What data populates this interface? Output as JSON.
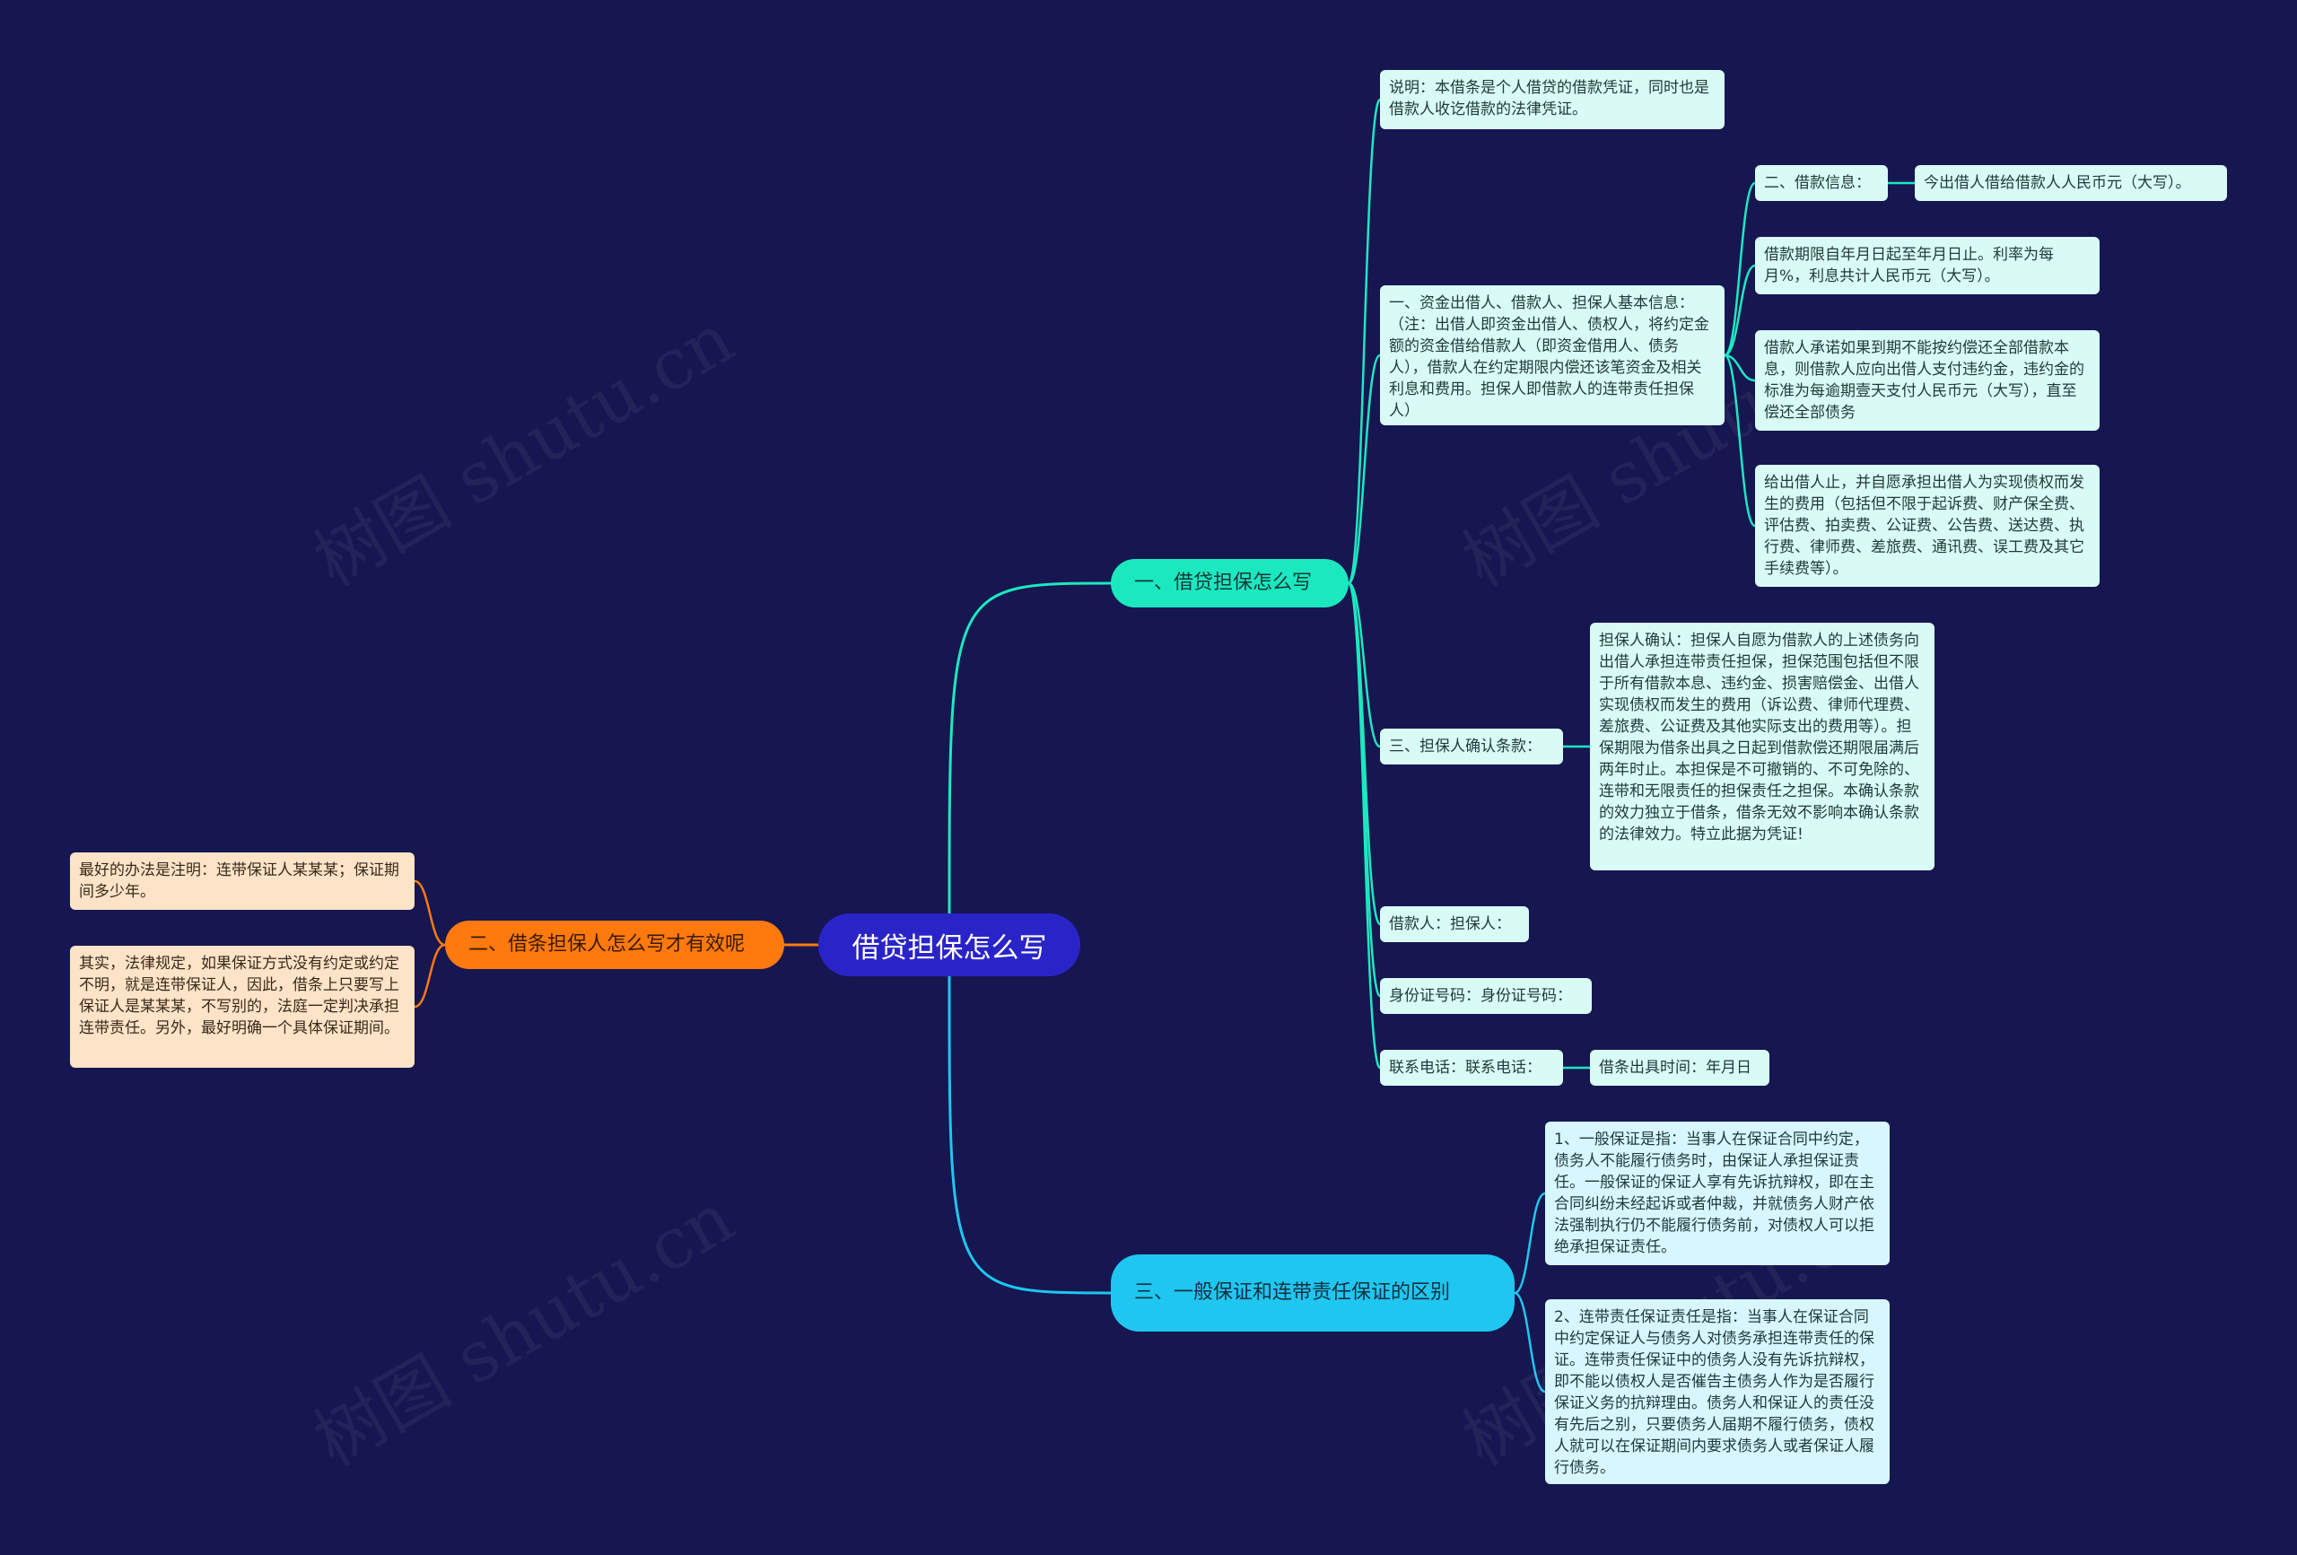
{
  "watermark": "树图 shutu.cn",
  "colors": {
    "background": "#161650",
    "root": "#2a24c8",
    "branch1": "#1ce8c0",
    "branch2": "#ff7a0e",
    "branch3": "#1fc6f0",
    "link1": "#1ce8c0",
    "link2": "#ff7a0e",
    "link3": "#1fc6f0"
  },
  "root": {
    "label": "借贷担保怎么写"
  },
  "branches": {
    "b1": {
      "label": "一、借贷担保怎么写"
    },
    "b2": {
      "label": "二、借条担保人怎么写才有效呢"
    },
    "b3": {
      "label": "三、一般保证和连带责任保证的区别"
    }
  },
  "b1_items": {
    "note": "说明：本借条是个人借贷的借款凭证，同时也是借款人收讫借款的法律凭证。",
    "info": "一、资金出借人、借款人、担保人基本信息：（注：出借人即资金出借人、债权人，将约定金额的资金借给借款人（即资金借用人、债务人），借款人在约定期限内偿还该笔资金及相关利息和费用。担保人即借款人的连带责任担保人）",
    "loan_info_label": "二、借款信息：",
    "loan_amount": "今出借人借给借款人人民币元（大写）。",
    "loan_term": "借款期限自年月日起至年月日止。利率为每月%，利息共计人民币元（大写）。",
    "default_promise": "借款人承诺如果到期不能按约偿还全部借款本息，则借款人应向出借人支付违约金，违约金的标准为每逾期壹天支付人民币元（大写），直至偿还全部债务",
    "expenses": "给出借人止，并自愿承担出借人为实现债权而发生的费用（包括但不限于起诉费、财产保全费、评估费、拍卖费、公证费、公告费、送达费、执行费、律师费、差旅费、通讯费、误工费及其它手续费等）。",
    "guarantor_clause_label": "三、担保人确认条款：",
    "guarantor_clause": "担保人确认：担保人自愿为借款人的上述债务向出借人承担连带责任担保，担保范围包括但不限于所有借款本息、违约金、损害赔偿金、出借人实现债权而发生的费用（诉讼费、律师代理费、差旅费、公证费及其他实际支出的费用等）。担保期限为借条出具之日起到借款偿还期限届满后两年时止。本担保是不可撤销的、不可免除的、连带和无限责任的担保责任之担保。本确认条款的效力独立于借条，借条无效不影响本确认条款的法律效力。特立此据为凭证!",
    "signers": "借款人：担保人：",
    "id_numbers": "身份证号码：身份证号码：",
    "phones": "联系电话：联系电话：",
    "issue_date": "借条出具时间：年月日"
  },
  "b2_items": {
    "tip": "最好的办法是注明：连带保证人某某某；保证期间多少年。",
    "law": "其实，法律规定，如果保证方式没有约定或约定不明，就是连带保证人，因此，借条上只要写上保证人是某某某，不写别的，法庭一定判决承担连带责任。另外，最好明确一个具体保证期间。"
  },
  "b3_items": {
    "general": "1、一般保证是指：当事人在保证合同中约定，债务人不能履行债务时，由保证人承担保证责任。一般保证的保证人享有先诉抗辩权，即在主合同纠纷未经起诉或者仲裁，并就债务人财产依法强制执行仍不能履行债务前，对债权人可以拒绝承担保证责任。",
    "joint": "2、连带责任保证责任是指：当事人在保证合同中约定保证人与债务人对债务承担连带责任的保证。连带责任保证中的债务人没有先诉抗辩权，即不能以债权人是否催告主债务人作为是否履行保证义务的抗辩理由。债务人和保证人的责任没有先后之别，只要债务人届期不履行债务，债权人就可以在保证期间内要求债务人或者保证人履行债务。"
  }
}
